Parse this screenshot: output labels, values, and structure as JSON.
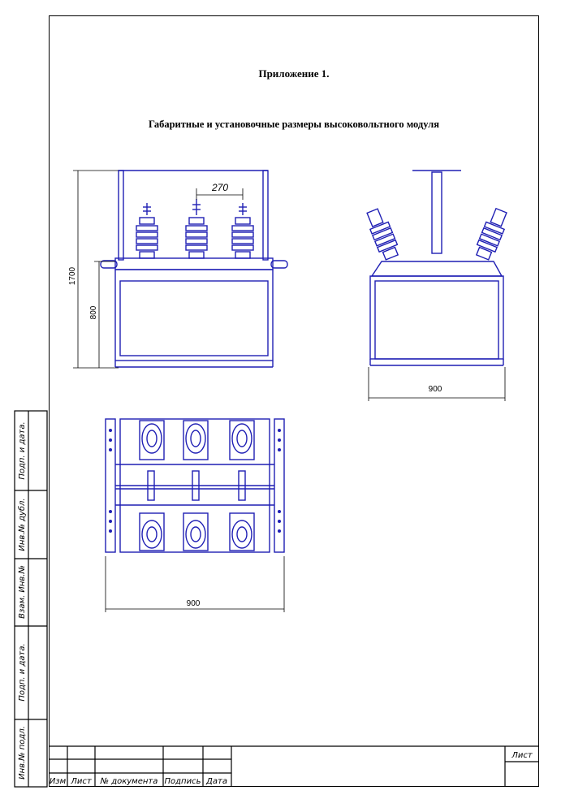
{
  "header": {
    "appendix_title": "Приложение 1.",
    "subtitle": "Габаритные и установочные размеры высоковольтного модуля"
  },
  "drawings": {
    "front_view": {
      "dim_height_total": "1700",
      "dim_height_lower": "800",
      "dim_spacing": "270"
    },
    "side_view": {
      "dim_width": "900"
    },
    "top_view": {
      "dim_width": "900"
    }
  },
  "side_strip": {
    "labels": [
      "Подп. и дата.",
      "Инв.№ дубл.",
      "Взам. Инв.№",
      "Подп. и дата.",
      "Инв.№ подл."
    ]
  },
  "title_block": {
    "columns": [
      "Изм",
      "Лист",
      "№ документа",
      "Подпись",
      "Дата"
    ],
    "sheet_label": "Лист"
  },
  "colors": {
    "drawing_line": "#1f1fb4",
    "dimension_line": "#000000"
  }
}
